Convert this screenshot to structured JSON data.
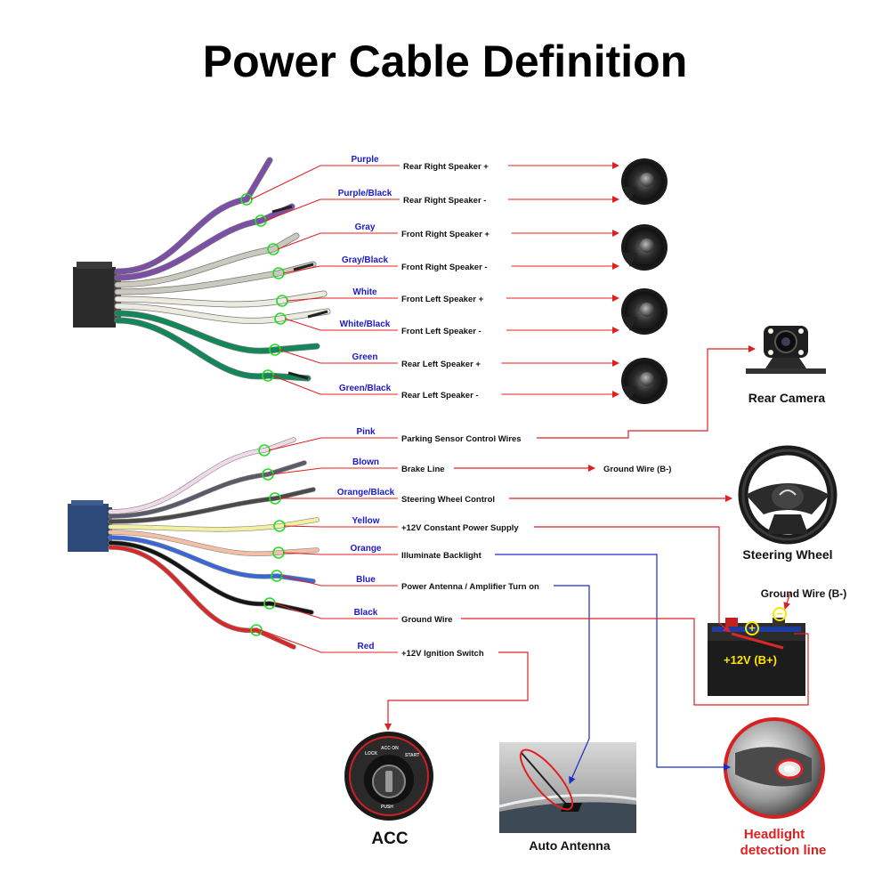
{
  "title": "Power Cable Definition",
  "colors": {
    "arrow": "#e02020",
    "blue_line": "#1a2bcc",
    "wire_label": "#1a1acc",
    "circle": "#22dd22"
  },
  "upper_harness": {
    "wires": [
      {
        "color_name": "Purple",
        "function": "Rear Right Speaker +",
        "wire_color": "#7b4fa6"
      },
      {
        "color_name": "Purple/Black",
        "function": "Rear Right Speaker -",
        "wire_color": "#7b4fa6"
      },
      {
        "color_name": "Gray",
        "function": "Front Right Speaker +",
        "wire_color": "#c9c9bd"
      },
      {
        "color_name": "Gray/Black",
        "function": "Front Right Speaker -",
        "wire_color": "#c9c9bd"
      },
      {
        "color_name": "White",
        "function": "Front Left Speaker +",
        "wire_color": "#ecebe0"
      },
      {
        "color_name": "White/Black",
        "function": "Front Left Speaker -",
        "wire_color": "#ecebe0"
      },
      {
        "color_name": "Green",
        "function": "Rear Left Speaker +",
        "wire_color": "#12875a"
      },
      {
        "color_name": "Green/Black",
        "function": "Rear Left Speaker -",
        "wire_color": "#12875a"
      }
    ],
    "speaker_icon": "speaker-icon"
  },
  "lower_harness": {
    "wires": [
      {
        "color_name": "Pink",
        "function": "Parking Sensor Control Wires",
        "wire_color": "#f2d9ea"
      },
      {
        "color_name": "Blown",
        "function": "Brake Line",
        "wire_color": "#5b5a6a"
      },
      {
        "color_name": "Orange/Black",
        "function": "Steering Wheel Control",
        "wire_color": "#4a4a4a"
      },
      {
        "color_name": "Yellow",
        "function": "+12V Constant Power Supply",
        "wire_color": "#f3f0a0"
      },
      {
        "color_name": "Orange",
        "function": "Illuminate Backlight",
        "wire_color": "#f5bfa5"
      },
      {
        "color_name": "Blue",
        "function": "Power Antenna / Amplifier Turn on",
        "wire_color": "#3b67d6"
      },
      {
        "color_name": "Black",
        "function": "Ground Wire",
        "wire_color": "#151515"
      },
      {
        "color_name": "Red",
        "function": "+12V  Ignition Switch",
        "wire_color": "#d8282a"
      }
    ]
  },
  "destinations": {
    "ground_brake": "Ground Wire (B-)",
    "rear_camera": "Rear Camera",
    "steering_wheel": "Steering Wheel",
    "battery_ground": "Ground Wire (B-)",
    "battery_positive": "+12V  (B+)",
    "acc": "ACC",
    "auto_antenna": "Auto Antenna",
    "headlight_line1": "Headlight",
    "headlight_line2": "detection line"
  },
  "icons": {
    "camera": "rear-camera-icon",
    "steering": "steering-wheel-icon",
    "battery": "battery-icon",
    "ignition": "ignition-switch-icon",
    "antenna": "car-antenna-photo",
    "headlight": "headlight-photo"
  }
}
